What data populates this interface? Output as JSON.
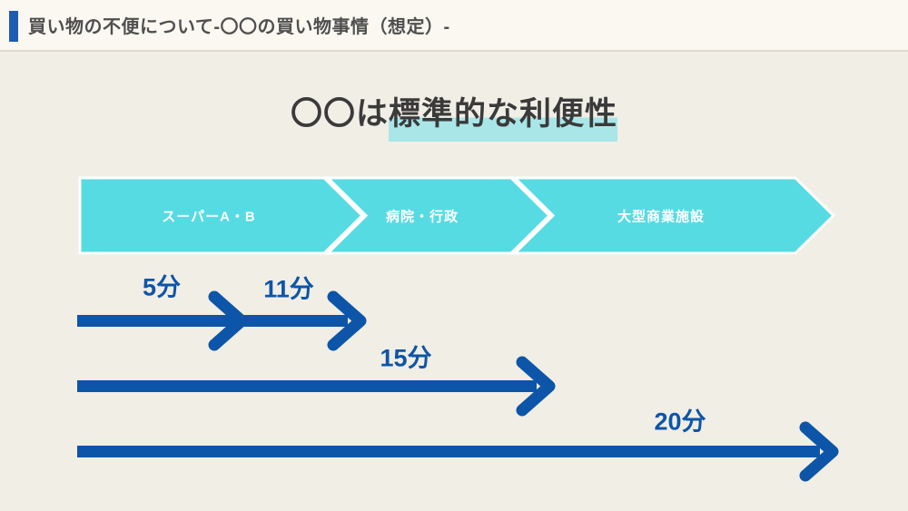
{
  "header": {
    "title": "買い物の不便について-〇〇の買い物事情（想定）-"
  },
  "main_title": {
    "plain": "〇〇は",
    "highlighted": "標準的な利便性"
  },
  "banner": {
    "segments": [
      {
        "label": "スーパーA・B"
      },
      {
        "label": "病院・行政"
      },
      {
        "label": "大型商業施設"
      }
    ]
  },
  "travel_times": [
    {
      "label": "5分"
    },
    {
      "label": "11分"
    },
    {
      "label": "15分"
    },
    {
      "label": "20分"
    }
  ],
  "colors": {
    "background": "#f1eee6",
    "header_background": "#faf8f1",
    "accent_blue": "#1e5db1",
    "header_text": "#4f4f4f",
    "heading_text": "#3a3a3a",
    "highlight_cyan": "#a9e6e8",
    "banner_cyan": "#56dbe3",
    "banner_stroke": "#ffffff",
    "arrow_blue": "#0d55a8"
  }
}
